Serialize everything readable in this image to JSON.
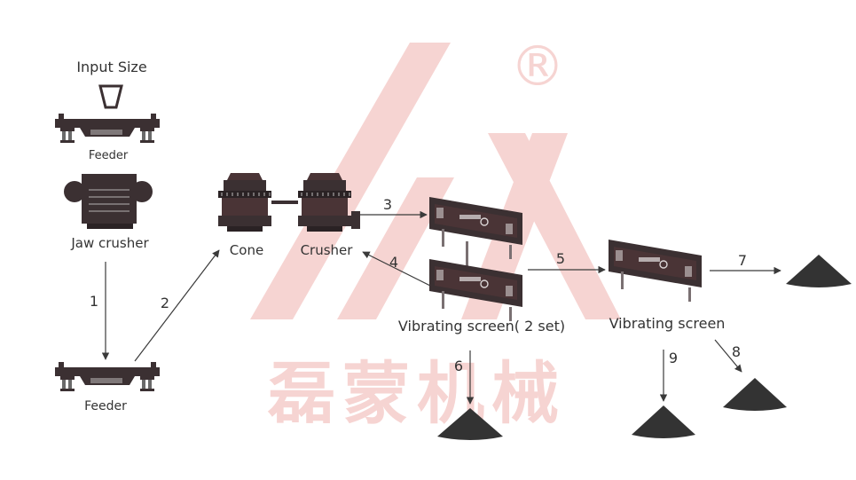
{
  "colors": {
    "machine": "#3b3032",
    "machine_dark": "#2a2224",
    "cone_body": "#4a3436",
    "pile": "#333333",
    "arrow": "#3a3a3a",
    "watermark": "#f6d4d2",
    "text": "#333333"
  },
  "labels": {
    "input_size": "Input Size",
    "feeder_top": "Feeder",
    "jaw_crusher": "Jaw crusher",
    "feeder_bottom": "Feeder",
    "cone": "Cone",
    "crusher": "Crusher",
    "vibrating_screen_2set": "Vibrating screen( 2 set)",
    "vibrating_screen": "Vibrating screen"
  },
  "flows": {
    "f1": "1",
    "f2": "2",
    "f3": "3",
    "f4": "4",
    "f5": "5",
    "f6": "6",
    "f7": "7",
    "f8": "8",
    "f9": "9"
  },
  "watermark": {
    "registered_mark": "®",
    "company_chars": "磊蒙机械"
  },
  "icons": {
    "hopper": "hopper-icon",
    "feeder": "feeder-icon",
    "jaw_crusher": "jaw-crusher-icon",
    "cone_crusher": "cone-crusher-icon",
    "vibrating_screen": "vibrating-screen-icon",
    "pile": "stockpile-icon"
  }
}
